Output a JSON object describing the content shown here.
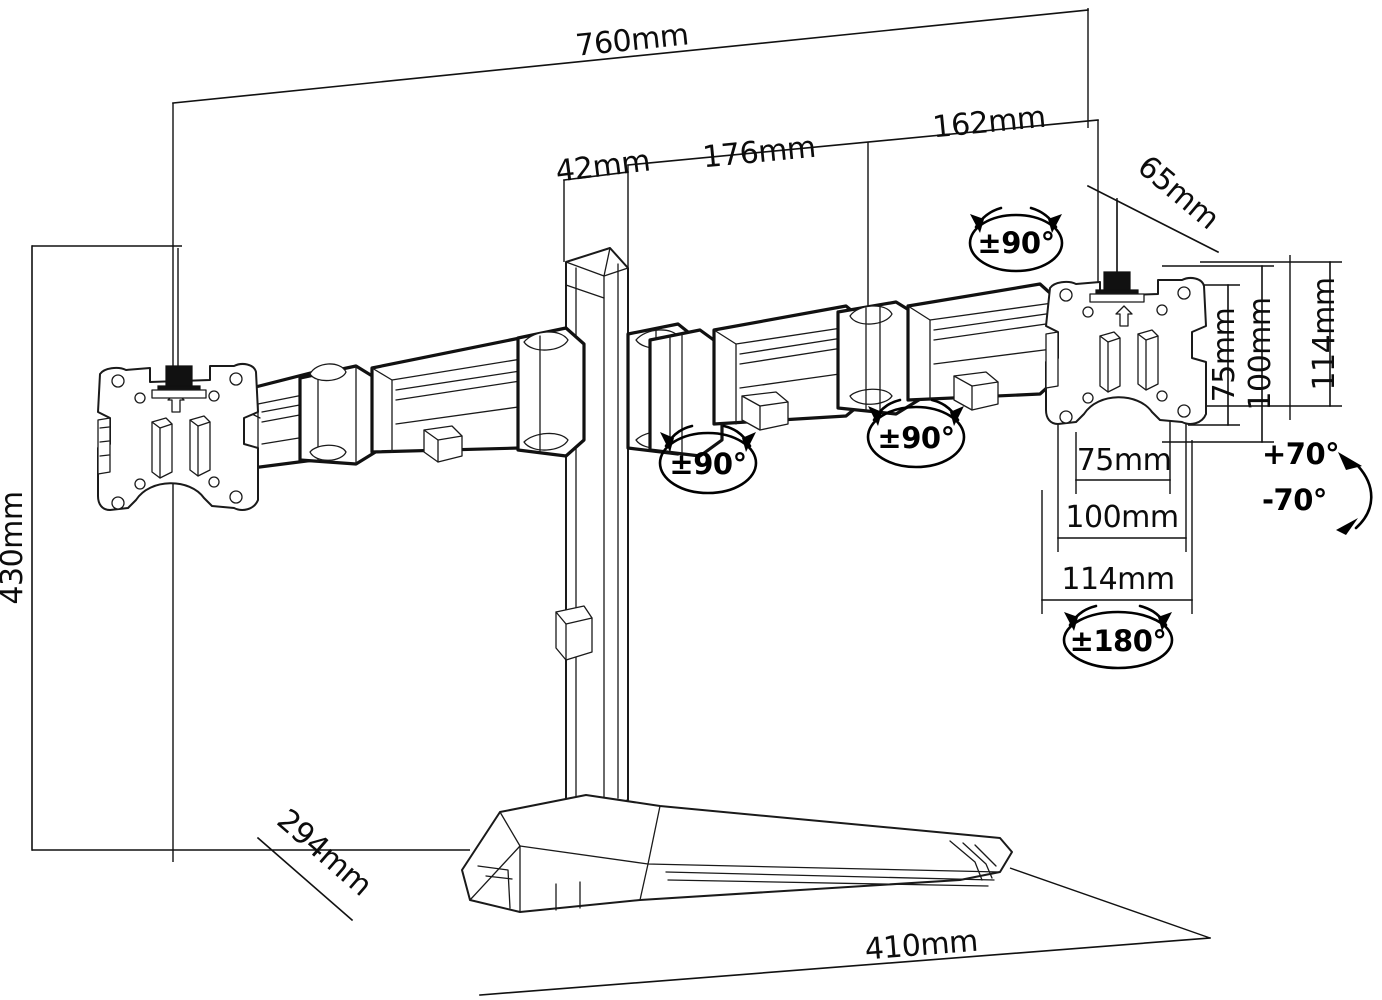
{
  "document": {
    "type": "technical-dimension-drawing",
    "subject": "Dual monitor desk stand / freestanding twin-arm monitor mount",
    "units": "mm"
  },
  "dimensions": {
    "overall_width": "760mm",
    "post_to_inner_joint": "42mm",
    "inner_arm_segment": "176mm",
    "outer_arm_segment": "162mm",
    "bracket_offset": "65mm",
    "overall_height": "430mm",
    "base_depth_left": "294mm",
    "base_depth_right": "410mm"
  },
  "vesa": {
    "vertical_75": "75mm",
    "vertical_100": "100mm",
    "vertical_114": "114mm",
    "horizontal_75": "75mm",
    "horizontal_100": "100mm",
    "horizontal_114": "114mm"
  },
  "articulation": {
    "swivel_left_joint": "±90°",
    "swivel_right_joint": "±90°",
    "swivel_head": "±90°",
    "rotation": "±180°",
    "tilt_up": "+70°",
    "tilt_down": "-70°"
  },
  "colors": {
    "line": "#1a1a1a",
    "dimension_line": "#111111",
    "background": "#ffffff",
    "fill": "#ffffff"
  }
}
